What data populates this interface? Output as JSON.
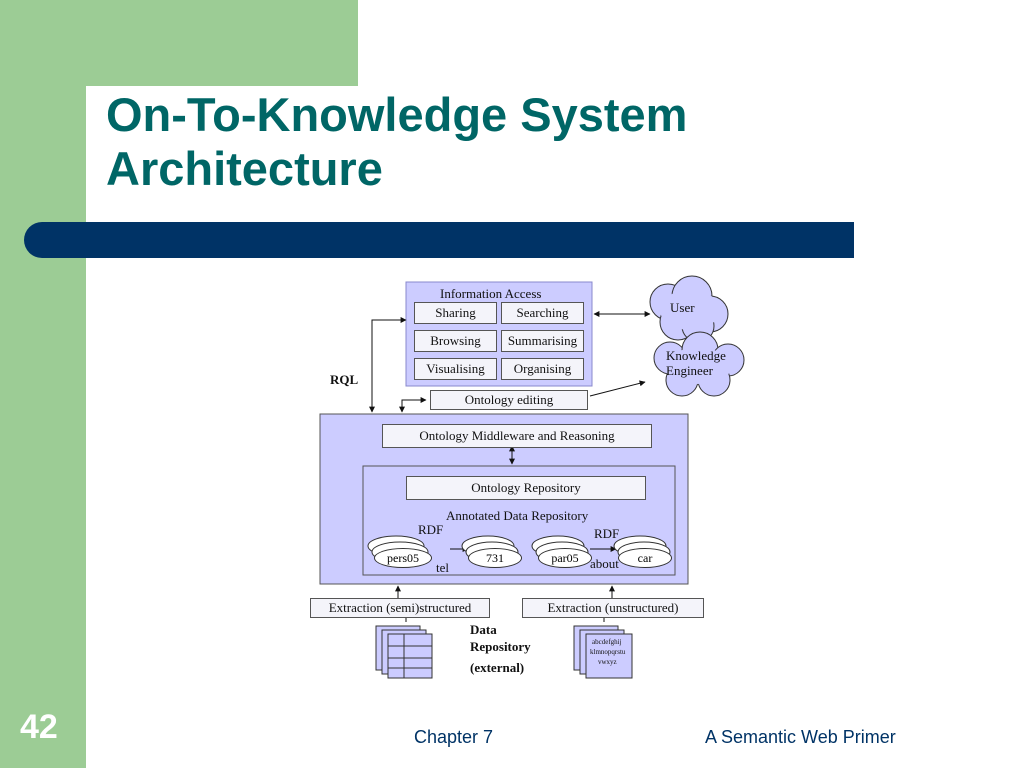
{
  "slide": {
    "title_line1": "On-To-Knowledge System",
    "title_line2": "Architecture",
    "page_number": "42",
    "footer_left": "Chapter 7",
    "footer_right": "A Semantic Web Primer"
  },
  "diagram": {
    "information_access": "Information Access",
    "tools": [
      "Sharing",
      "Searching",
      "Browsing",
      "Summarising",
      "Visualising",
      "Organising"
    ],
    "user": "User",
    "knowledge_engineer": "Knowledge Engineer",
    "rql": "RQL",
    "ontology_editing": "Ontology editing",
    "middleware": "Ontology Middleware and Reasoning",
    "ontology_repository": "Ontology Repository",
    "annotated_repository": "Annotated Data Repository",
    "rdf_left": "RDF",
    "rdf_right": "RDF",
    "node_pers05": "pers05",
    "node_731": "731",
    "edge_tel": "tel",
    "node_par05": "par05",
    "node_car": "car",
    "edge_about": "about",
    "extraction_semi": "Extraction (semi)structured",
    "extraction_unstructured": "Extraction (unstructured)",
    "data_repository_line1": "Data",
    "data_repository_line2": "Repository",
    "data_repository_line3": "(external)",
    "doc_text_line1": "abcdefghij",
    "doc_text_line2": "klmnopqrstu",
    "doc_text_line3": "vwxyz"
  },
  "colors": {
    "green_band": "#9ccc95",
    "title": "#006666",
    "bar": "#003366",
    "diagram_fill": "#ccccff"
  }
}
